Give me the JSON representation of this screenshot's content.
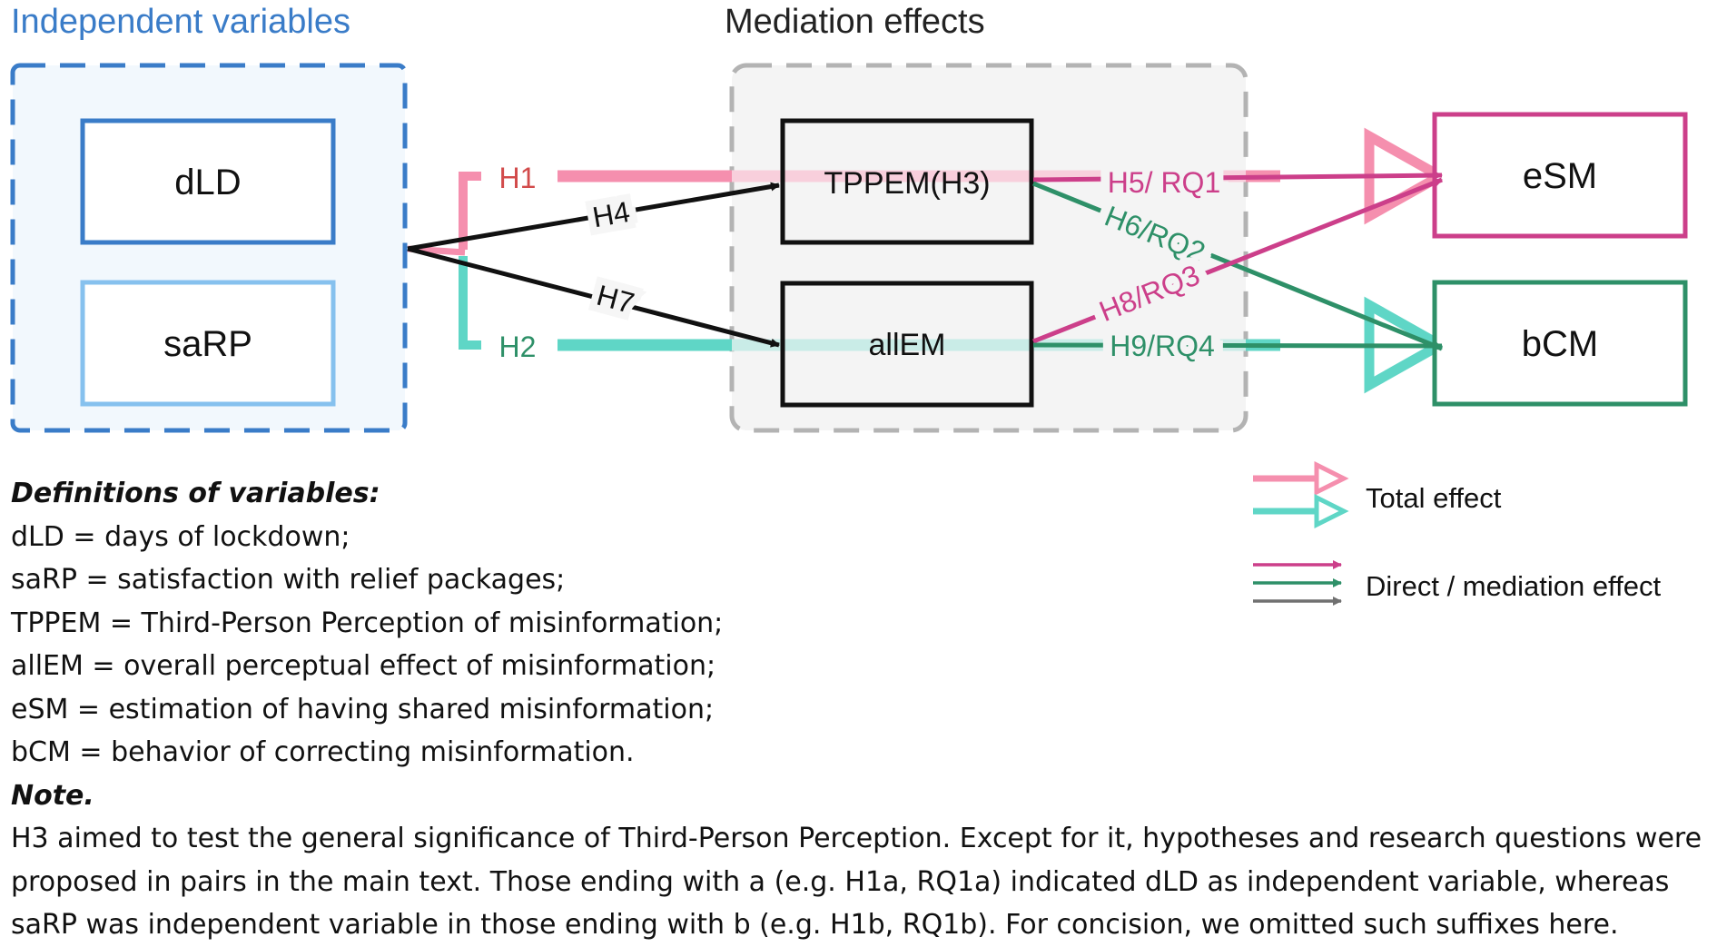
{
  "sections": {
    "independent_title": "Independent variables",
    "mediation_title": "Mediation effects"
  },
  "nodes": {
    "dLD": "dLD",
    "saRP": "saRP",
    "TPPEM": "TPPEM(H3)",
    "allEM": "allEM",
    "eSM": "eSM",
    "bCM": "bCM"
  },
  "paths": {
    "H1": "H1",
    "H2": "H2",
    "H4": "H4",
    "H7": "H7",
    "H5_RQ1": "H5/ RQ1",
    "H6_RQ2": "H6/RQ2",
    "H8_RQ3": "H8/RQ3",
    "H9_RQ4": "H9/RQ4"
  },
  "legend": {
    "total": "Total effect",
    "direct": "Direct / mediation effect"
  },
  "definitions": {
    "heading": "Definitions of variables:",
    "items": [
      "dLD = days of lockdown;",
      "saRP = satisfaction with relief packages;",
      "TPPEM = Third-Person Perception of misinformation;",
      "allEM = overall perceptual effect of misinformation;",
      "eSM = estimation of having shared misinformation;",
      "bCM = behavior of correcting misinformation."
    ]
  },
  "note": {
    "heading": "Note.",
    "text": "H3  aimed to test the general significance  of Third-Person Perception. Except for it, hypotheses and research questions were proposed in pairs in the main text. Those ending with a (e.g. H1a, RQ1a) indicated dLD as independent variable, whereas saRP was independent variable in those ending with b (e.g. H1b, RQ1b).   For concision, we omitted such suffixes here."
  },
  "colors": {
    "blue_dark": "#3a7cc8",
    "blue_light": "#86c1ee",
    "pink_light": "#f58fae",
    "magenta": "#cc3f8a",
    "teal_light": "#5fd6c6",
    "green": "#2e9068",
    "red_label": "#d24b4b",
    "black": "#111111",
    "gray_dash": "#b3b3b3",
    "gray_fill": "#f4f4f4",
    "blue_fill": "#f2f8fd"
  }
}
